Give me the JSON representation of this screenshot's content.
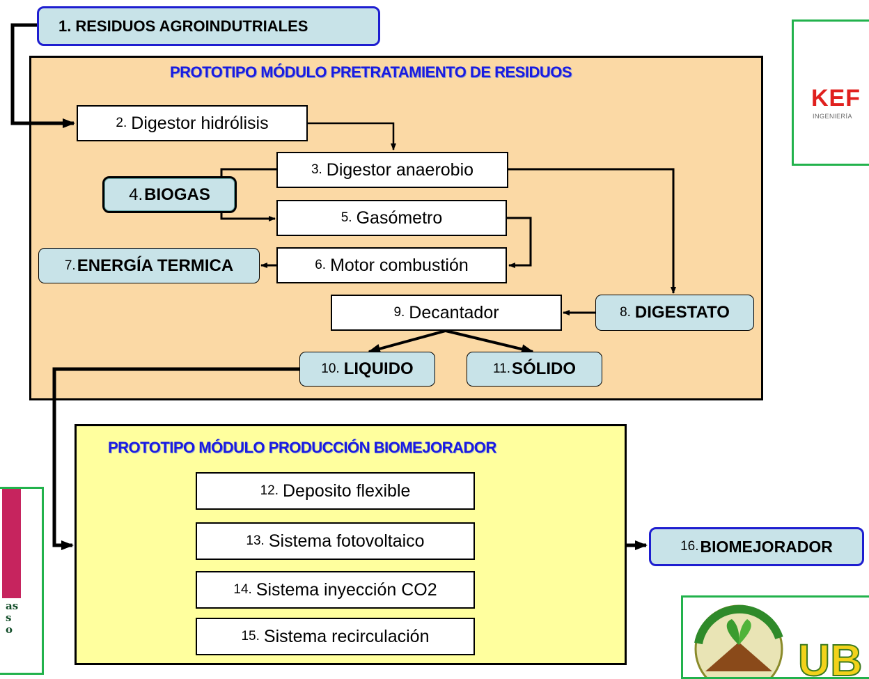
{
  "top_input": {
    "num": "1.",
    "label": "RESIDUOS AGROINDUTRIALES"
  },
  "module_pretratamiento": {
    "title": "PROTOTIPO MÓDULO PRETRATAMIENTO DE RESIDUOS",
    "steps": {
      "s2": {
        "num": "2.",
        "label": "Digestor hidrólisis"
      },
      "s3": {
        "num": "3.",
        "label": "Digestor anaerobio"
      },
      "s4": {
        "num": "4.",
        "label": "BIOGAS"
      },
      "s5": {
        "num": "5.",
        "label": "Gasómetro"
      },
      "s6": {
        "num": "6.",
        "label": "Motor combustión"
      },
      "s7": {
        "num": "7.",
        "label": "ENERGÍA TERMICA"
      },
      "s8": {
        "num": "8.",
        "label": "DIGESTATO"
      },
      "s9": {
        "num": "9.",
        "label": "Decantador"
      },
      "s10": {
        "num": "10.",
        "label": "LIQUIDO"
      },
      "s11": {
        "num": "11.",
        "label": "SÓLIDO"
      }
    }
  },
  "module_biomejorador": {
    "title": "PROTOTIPO MÓDULO PRODUCCIÓN BIOMEJORADOR",
    "steps": {
      "s12": {
        "num": "12.",
        "label": "Deposito flexible"
      },
      "s13": {
        "num": "13.",
        "label": "Sistema fotovoltaico"
      },
      "s14": {
        "num": "14.",
        "label": "Sistema inyección CO2"
      },
      "s15": {
        "num": "15.",
        "label": "Sistema recirculación"
      }
    }
  },
  "output": {
    "num": "16.",
    "label": "BIOMEJORADOR"
  },
  "logos": {
    "top_right": {
      "text": "KEF",
      "subtitle": "INGENIERÍA"
    },
    "bottom_left": {
      "text_lines": [
        "as",
        "s",
        "o"
      ]
    },
    "bottom_right": {
      "text": "UB"
    }
  },
  "colors": {
    "module_a_fill": "#fbd9a5",
    "module_b_fill": "#ffff9e",
    "label_fill": "#c8e3e8",
    "title_blue": "#1a1ae0",
    "logo_border": "#22b24c"
  }
}
